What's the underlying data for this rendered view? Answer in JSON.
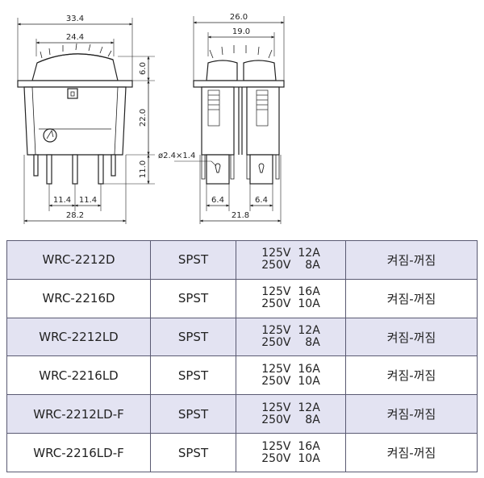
{
  "drawing": {
    "front": {
      "width": "33.4",
      "rocker_width": "24.4",
      "bezel_height": "6.0",
      "body_height": "22.0",
      "pin_length": "11.0",
      "pin_pitch_left": "11.4",
      "pin_pitch_right": "11.4",
      "body_width": "28.2"
    },
    "side": {
      "width": "26.0",
      "top_width": "19.0",
      "hole": "ø2.4×1.4",
      "terminal_left": "6.4",
      "terminal_right": "6.4",
      "body_width": "21.8"
    }
  },
  "table": {
    "rows": [
      {
        "model": "WRC-2212D",
        "type": "SPST",
        "rating": [
          "125V  12A",
          "250V    8A"
        ],
        "function": "켜짐-꺼짐"
      },
      {
        "model": "WRC-2216D",
        "type": "SPST",
        "rating": [
          "125V  16A",
          "250V  10A"
        ],
        "function": "켜짐-꺼짐"
      },
      {
        "model": "WRC-2212LD",
        "type": "SPST",
        "rating": [
          "125V  12A",
          "250V    8A"
        ],
        "function": "켜짐-꺼짐"
      },
      {
        "model": "WRC-2216LD",
        "type": "SPST",
        "rating": [
          "125V  16A",
          "250V  10A"
        ],
        "function": "켜짐-꺼짐"
      },
      {
        "model": "WRC-2212LD-F",
        "type": "SPST",
        "rating": [
          "125V  12A",
          "250V    8A"
        ],
        "function": "켜짐-꺼짐"
      },
      {
        "model": "WRC-2216LD-F",
        "type": "SPST",
        "rating": [
          "125V  16A",
          "250V  10A"
        ],
        "function": "켜짐-꺼짐"
      }
    ]
  }
}
